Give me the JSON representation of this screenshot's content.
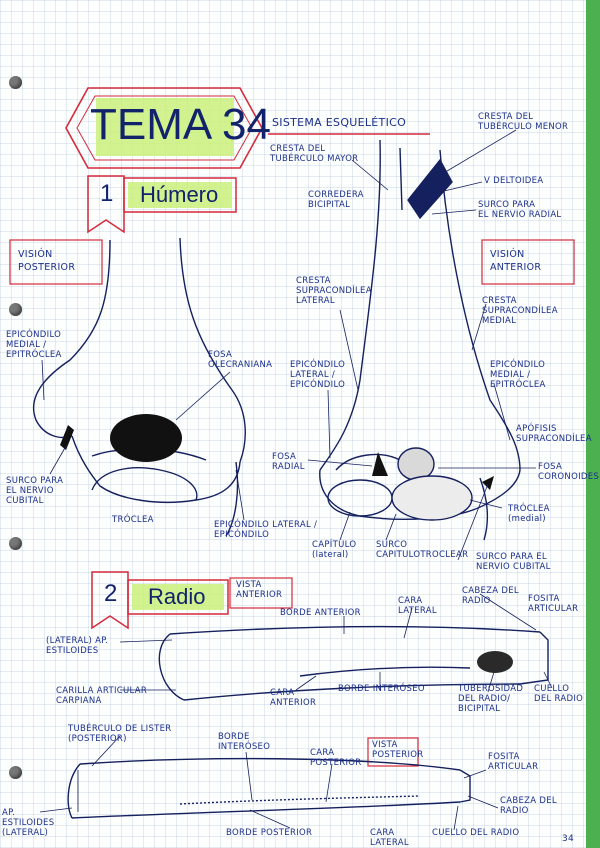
{
  "colors": {
    "ink": "#1a2f8a",
    "red": "#d42a3a",
    "green": "#c9f07a",
    "edge": "#4caf50"
  },
  "heading": {
    "tema": "TEMA 34",
    "subject": "SISTEMA ESQUELÉTICO"
  },
  "sections": {
    "humero": {
      "number": "1",
      "title": "Húmero"
    },
    "radio": {
      "number": "2",
      "title": "Radio"
    }
  },
  "humero_posterior": {
    "view": "VISIÓN\nPOSTERIOR",
    "labels": {
      "epicondilo_medial": "EPICÓNDILO\nMEDIAL /\nEPITRÓCLEA",
      "fosa_olecraniana": "FOSA\nOLECRANIANA",
      "surco_nervio_cubital": "SURCO PARA\nEL NERVIO\nCUBITAL",
      "troclea": "TRÓCLEA",
      "epicondilo_lateral": "EPICÓNDILO LATERAL /\nEPICÓNDILO"
    }
  },
  "humero_anterior": {
    "view": "VISIÓN\nANTERIOR",
    "labels": {
      "cresta_tuberculo_mayor": "CRESTA DEL\nTUBÉRCULO MAYOR",
      "corredera_bicipital": "CORREDERA\nBICIPITAL",
      "cresta_tuberculo_menor": "CRESTA DEL\nTUBÉRCULO MENOR",
      "v_deltoidea": "V DELTOIDEA",
      "surco_nervio_radial": "SURCO PARA\nEL NERVIO RADIAL",
      "cresta_supracondilea_lateral": "CRESTA\nSUPRACONDÍLEA\nLATERAL",
      "cresta_supracondilea_medial": "CRESTA\nSUPRACONDÍLEA\nMEDIAL",
      "epicondilo_lateral": "EPICÓNDILO\nLATERAL /\nEPICÓNDILO",
      "epicondilo_medial": "EPICÓNDILO\nMEDIAL /\nEPITRÓCLEA",
      "apofisis_supracondilea": "APÓFISIS\nSUPRACONDÍLEA",
      "fosa_radial": "FOSA\nRADIAL",
      "fosa_coronoides": "FOSA\nCORONOIDES",
      "troclea": "TRÓCLEA\n(medial)",
      "capitulo": "CAPÍTULO\n(lateral)",
      "surco_capitulotroclear": "SURCO\nCAPITULOTROCLEAR",
      "surco_nervio_cubital": "SURCO PARA EL\nNERVIO CUBITAL"
    }
  },
  "radio_anterior": {
    "view": "VISTA\nANTERIOR",
    "labels": {
      "borde_anterior": "BORDE ANTERIOR",
      "cara_lateral": "CARA\nLATERAL",
      "cabeza_radio": "CABEZA DEL\nRADIO",
      "fosita_articular": "FOSITA\nARTICULAR",
      "ap_estiloides": "(LATERAL) AP.\nESTILOIDES",
      "carilla_carpiana": "CARILLA ARTICULAR\nCARPIANA",
      "cara_anterior": "CARA\nANTERIOR",
      "borde_interoseo": "BORDE INTERÓSEO",
      "tuberosidad_radio": "TUBEROSIDAD\nDEL RADIO/\nBICIPITAL",
      "cuello_radio": "CUELLO\nDEL RADIO"
    }
  },
  "radio_posterior": {
    "view": "VISTA\nPOSTERIOR",
    "labels": {
      "tuberculo_lister": "TUBÉRCULO DE LISTER\n(POSTERIOR)",
      "borde_interoseo": "BORDE\nINTERÓSEO",
      "cara_posterior": "CARA\nPOSTERIOR",
      "fosita_articular": "FOSITA\nARTICULAR",
      "cabeza_radio": "CABEZA DEL\nRADIO",
      "ap_estiloides": "AP.\nESTILOIDES\n(LATERAL)",
      "borde_posterior": "BORDE POSTERIOR",
      "cara_lateral": "CARA\nLATERAL",
      "cuello_radio": "CUELLO DEL RADIO"
    }
  },
  "page_number": "34"
}
